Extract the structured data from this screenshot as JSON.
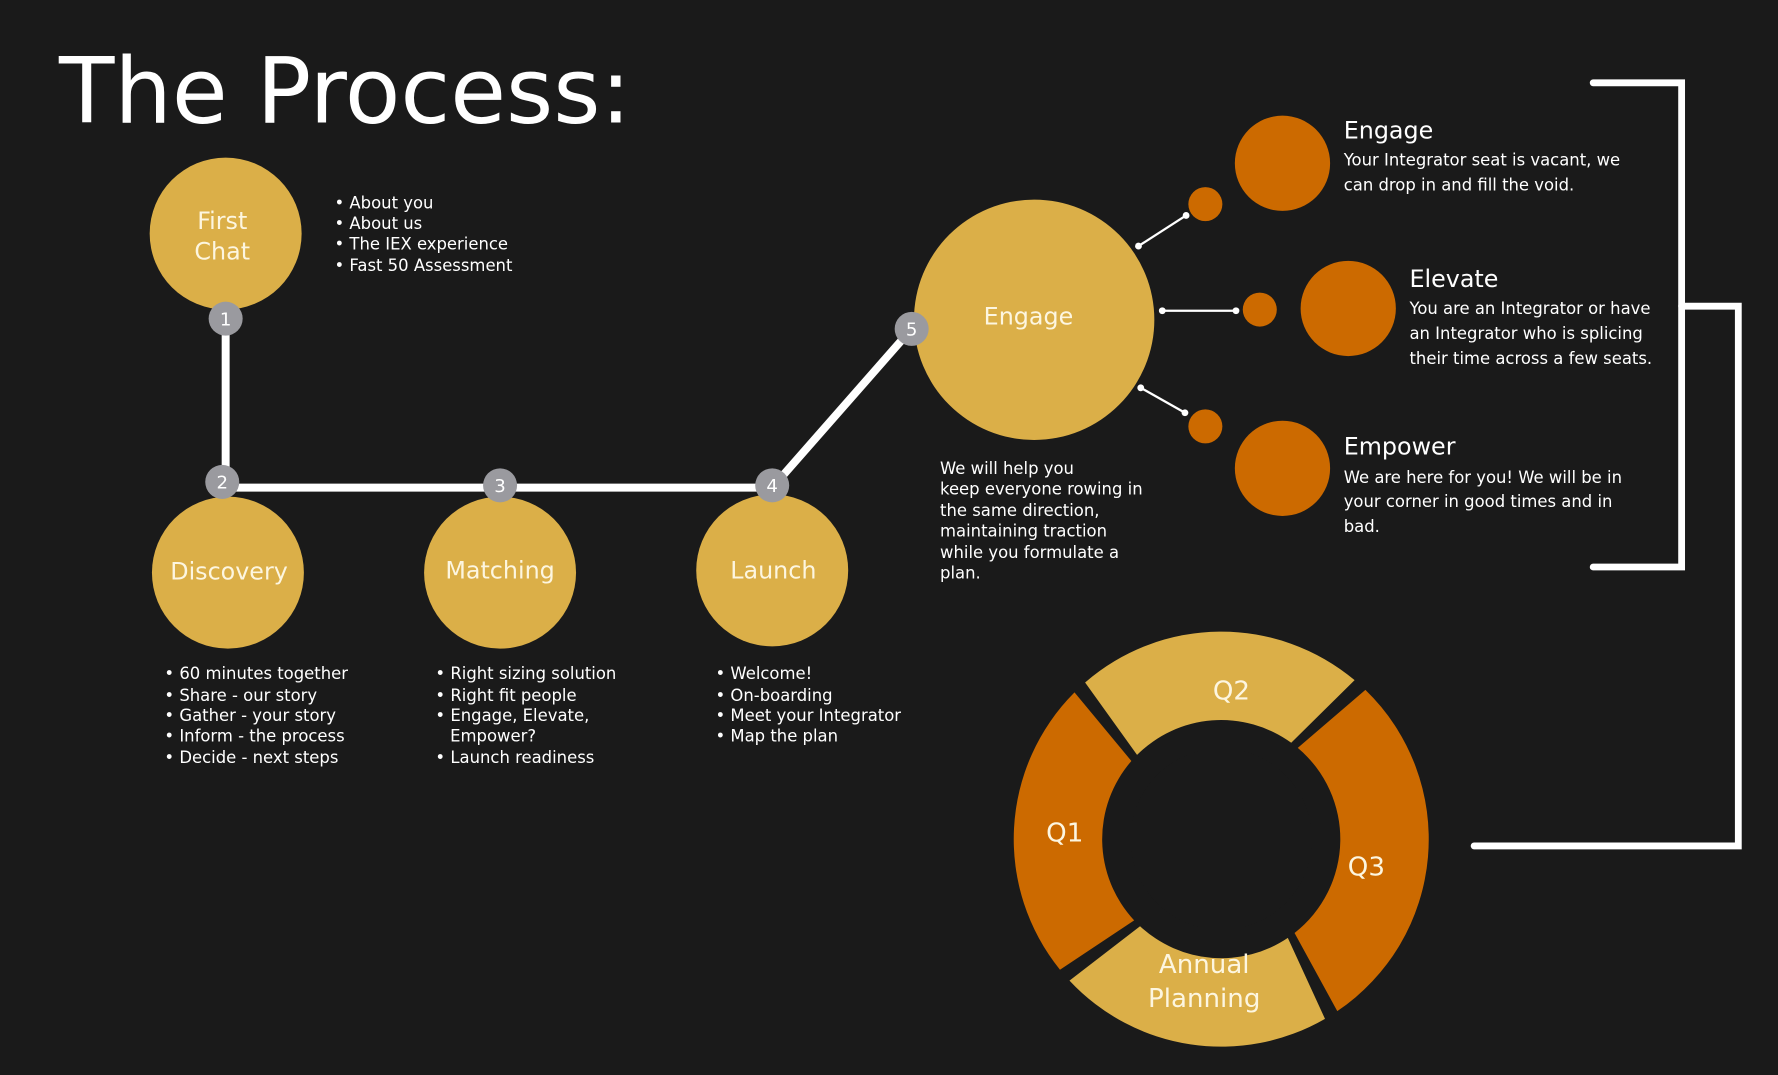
{
  "title": "The Process:",
  "colors": {
    "background": "#1a1a1a",
    "gold": "#dbaf48",
    "orange": "#cc6a00",
    "badge": "#9a9a9f"
  },
  "steps": [
    {
      "number": "1",
      "label_lines": [
        "First",
        "Chat"
      ],
      "bullets": [
        "About you",
        "About us",
        "The IEX experience",
        "Fast 50 Assessment"
      ]
    },
    {
      "number": "2",
      "label_lines": [
        "Discovery"
      ],
      "bullets": [
        "60 minutes together",
        "Share - our story",
        "Gather - your story",
        "Inform - the process",
        "Decide - next steps"
      ]
    },
    {
      "number": "3",
      "label_lines": [
        "Matching"
      ],
      "bullets": [
        "Right sizing solution",
        "Right fit people",
        "Engage, Elevate,",
        "Empower?",
        "Launch readiness"
      ]
    },
    {
      "number": "4",
      "label_lines": [
        "Launch"
      ],
      "bullets": [
        "Welcome!",
        "On-boarding",
        "Meet your Integrator",
        "Map the plan"
      ]
    },
    {
      "number": "5",
      "label_lines": [
        "Engage"
      ],
      "description_lines": [
        "We will help you",
        "keep everyone rowing in",
        "the same direction,",
        "maintaining traction",
        "while you formulate a",
        "plan."
      ]
    }
  ],
  "options": [
    {
      "title": "Engage",
      "lines": [
        "Your Integrator seat is vacant, we",
        "can drop in and fill the void."
      ]
    },
    {
      "title": "Elevate",
      "lines": [
        "You are an Integrator or have",
        "an Integrator who is splicing",
        "their time across a few seats."
      ]
    },
    {
      "title": "Empower",
      "lines": [
        "We are here for you! We will be in",
        "your corner in good times and in",
        "bad."
      ]
    }
  ],
  "cycle": {
    "segments": [
      "Q1",
      "Q2",
      "Q3"
    ],
    "center_segment_lines": [
      "Annual",
      "Planning"
    ]
  }
}
